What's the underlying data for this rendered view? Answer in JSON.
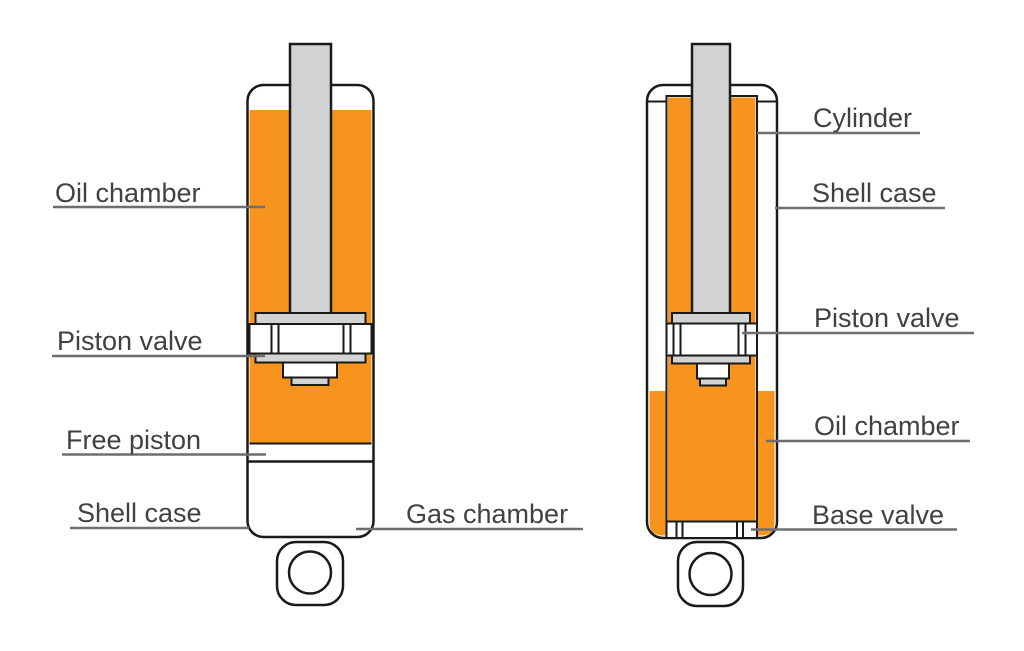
{
  "figure": {
    "colors": {
      "background": "#FFFFFF",
      "oil": "#F7941D",
      "metal": "#D1D3D4",
      "outline": "#1A1A1A",
      "leader": "#6D6E71",
      "label_text": "#414042"
    },
    "left_diagram": {
      "labels": {
        "oil_chamber": "Oil chamber",
        "piston_valve": "Piston valve",
        "free_piston": "Free piston",
        "shell_case": "Shell case",
        "gas_chamber": "Gas chamber"
      }
    },
    "right_diagram": {
      "labels": {
        "cylinder": "Cylinder",
        "shell_case": "Shell case",
        "piston_valve": "Piston valve",
        "oil_chamber": "Oil chamber",
        "base_valve": "Base valve"
      }
    }
  }
}
